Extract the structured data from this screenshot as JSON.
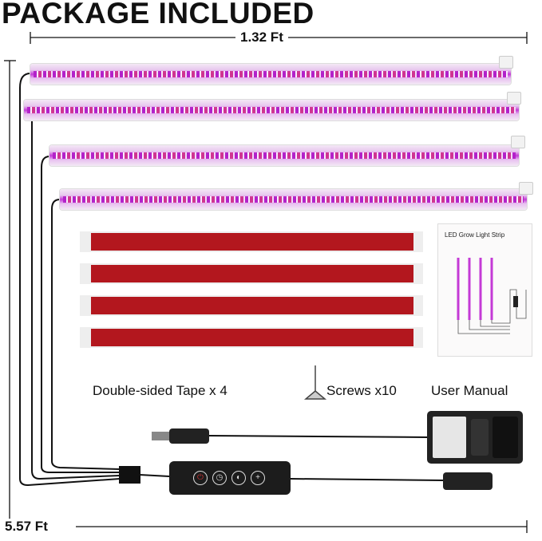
{
  "title": "PACKAGE INCLUDED",
  "dimensions": {
    "strip_length": "1.32 Ft",
    "cable_length": "5.57 Ft"
  },
  "items": {
    "tape_label": "Double-sided Tape x 4",
    "screws_label": "Screws x10",
    "manual_label": "User Manual",
    "manual_title": "LED Grow Light Strip"
  },
  "controller_icons": [
    "power-icon",
    "timer-icon",
    "brightness-icon",
    "plus-icon"
  ],
  "colors": {
    "strip": "#c43ad6",
    "tape": "#b3171e",
    "device": "#1c1c1c"
  }
}
